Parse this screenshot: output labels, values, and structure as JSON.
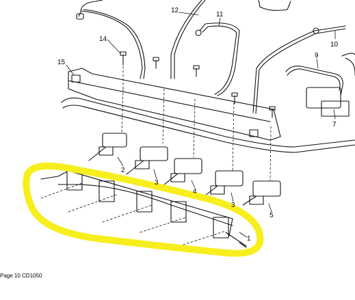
{
  "footer": {
    "page_label": "Page 10  CD1050"
  },
  "callouts": {
    "c1": "1",
    "c2": "2",
    "c3a": "3",
    "c3b": "3",
    "c4": "4",
    "c5": "5",
    "c7": "7",
    "c9": "9",
    "c10": "10",
    "c11": "11",
    "c12": "12",
    "c14": "14",
    "c15": "15"
  },
  "colors": {
    "highlight": "#f7ee1e",
    "line": "#111111"
  },
  "icons": {
    "highlight": "highlight-ellipse"
  }
}
